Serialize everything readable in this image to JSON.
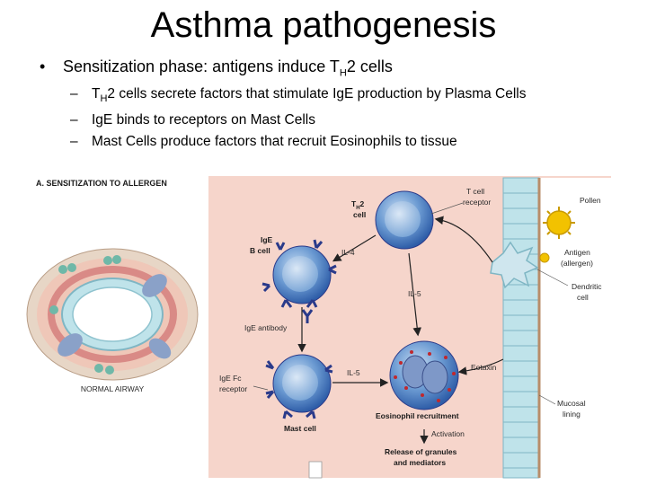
{
  "slide": {
    "title": "Asthma pathogenesis",
    "bullet_main": {
      "prefix": "Sensitization phase: antigens induce T",
      "sub": "H",
      "suffix": "2 cells"
    },
    "sub_bullets": [
      {
        "prefix": "T",
        "sub": "H",
        "text": "2 cells secrete factors that stimulate IgE production by Plasma Cells"
      },
      {
        "prefix": "",
        "sub": "",
        "text": "IgE binds to receptors on Mast Cells"
      },
      {
        "prefix": "",
        "sub": "",
        "text": "Mast Cells produce factors that recruit Eosinophils to tissue"
      }
    ]
  },
  "figure": {
    "panel_title": "A. SENSITIZATION TO ALLERGEN",
    "normal_airway": "NORMAL AIRWAY",
    "th2_label_a": "T",
    "th2_label_sub": "H",
    "th2_label_b": "2",
    "th2_label_c": "cell",
    "tcell_receptor": [
      "T cell",
      "receptor"
    ],
    "pollen": "Pollen",
    "antigen": [
      "Antigen",
      "(allergen)"
    ],
    "dendritic": [
      "Dendritic",
      "cell"
    ],
    "ige_bcell": [
      "IgE",
      "B cell"
    ],
    "il4": "IL-4",
    "il5_top": "IL-5",
    "il5_mid": "IL-5",
    "ige_antibody": "IgE antibody",
    "ige_fc": [
      "IgE Fc",
      "receptor"
    ],
    "mast_cell": "Mast cell",
    "eotaxin": "Eotaxin",
    "eos_recruit": "Eosinophil recruitment",
    "activation": "Activation",
    "release": [
      "Release of granules",
      "and mediators"
    ],
    "mucosal": [
      "Mucosal",
      "lining"
    ],
    "colors": {
      "panel_bg": "#f6d5cb",
      "cell_blue": "#4f86c6",
      "receptor_navy": "#2a3a8a",
      "epithelium": "#bfe3ea",
      "pollen_yellow": "#f2c200",
      "granule_red": "#c0282d"
    }
  }
}
